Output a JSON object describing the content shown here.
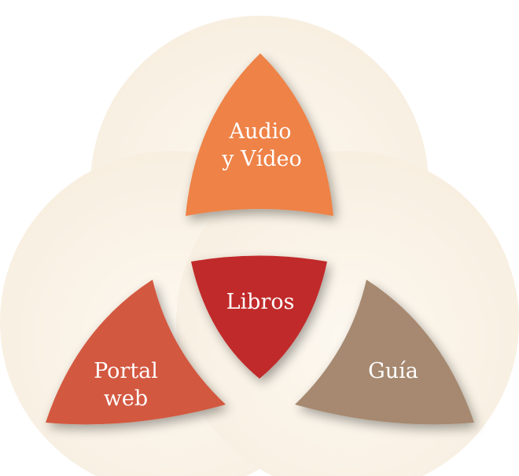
{
  "segments": {
    "top": {
      "line1": "Audio",
      "line2": "y Vídeo",
      "color": "#EE8247"
    },
    "center": {
      "line1": "Libros",
      "color": "#C1292A"
    },
    "left": {
      "line1": "Portal",
      "line2": "web",
      "color": "#D35940"
    },
    "right": {
      "line1": "Guía",
      "color": "#A68970"
    }
  },
  "colors": {
    "background_shape": "#FCF5EA",
    "background_glow": "#F6EBD8"
  }
}
